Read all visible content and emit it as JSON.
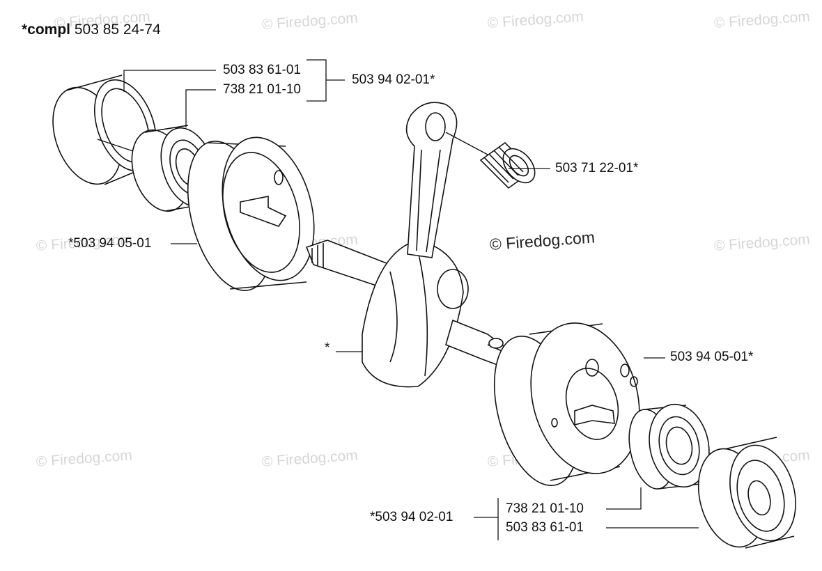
{
  "header": {
    "prefix": "*compl",
    "number": "503 85 24-74"
  },
  "watermark": {
    "text": "© Firedog.com",
    "center_text": "© Firedog.com"
  },
  "parts": {
    "bearing_left_outer": "503 83 61-01",
    "bearing_left_inner": "738 21 01-10",
    "kit_left": "503 94 02-01*",
    "needle_bearing": "503 71 22-01*",
    "crankcase_half_left": "*503 94 05-01",
    "crankshaft": "*",
    "crankcase_half_right": "503 94 05-01*",
    "kit_right": "*503 94 02-01",
    "bearing_right_inner": "738 21 01-10",
    "bearing_right_outer": "503 83 61-01"
  }
}
